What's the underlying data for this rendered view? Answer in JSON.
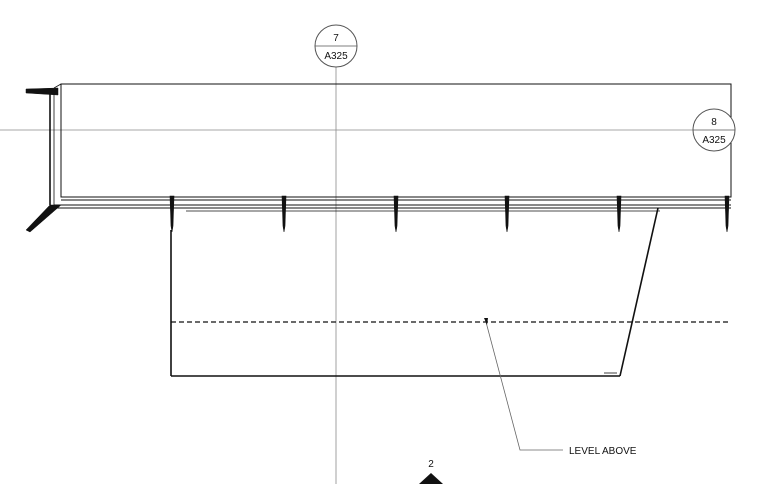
{
  "section_tags": [
    {
      "number": "7",
      "sheet": "A325"
    },
    {
      "number": "8",
      "sheet": "A325"
    }
  ],
  "annotation": {
    "text": "LEVEL ABOVE"
  },
  "north_marker": {
    "label": "2"
  },
  "colors": {
    "line": "#111111",
    "grid": "#8a8a8a",
    "leader": "#666666"
  }
}
